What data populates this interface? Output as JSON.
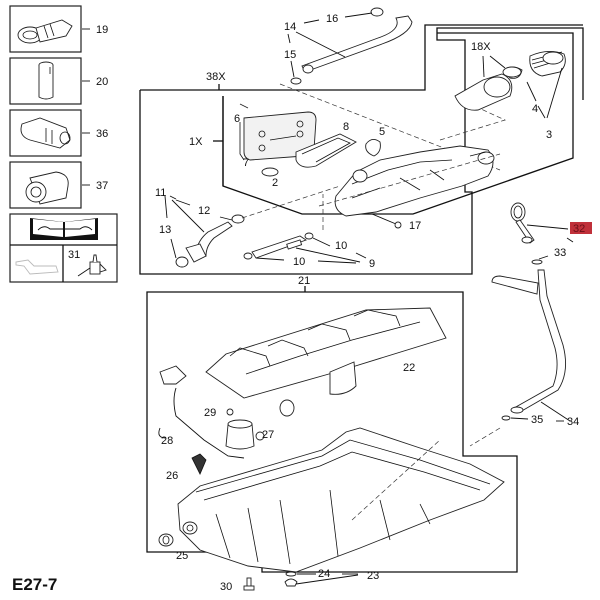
{
  "diagram": {
    "page_code": "E27-7",
    "highlight_color": "#c0303a",
    "side_panels": [
      {
        "ref": "19",
        "icon": "sensor-icon"
      },
      {
        "ref": "20",
        "icon": "sleeve-icon"
      },
      {
        "ref": "36",
        "icon": "connector-icon"
      },
      {
        "ref": "37",
        "icon": "mount-icon"
      }
    ],
    "legend_box": {
      "manual_icon": "workshop-manual-wrench-icon",
      "tool_icon": "oil-pan-icon",
      "oil_can_ref": "31",
      "oil_can_icon": "oil-can-icon"
    },
    "upper_group": {
      "group_label": "38X",
      "sub_group_label": "1X",
      "filter_group_label": "18X",
      "callouts": [
        "16",
        "14",
        "15",
        "6",
        "8",
        "5",
        "7",
        "2",
        "4",
        "3",
        "11",
        "12",
        "13",
        "17",
        "10",
        "10",
        "9"
      ]
    },
    "dipstick": {
      "highlighted_ref": "32",
      "callouts": [
        "33",
        "35",
        "34"
      ]
    },
    "lower_group": {
      "group_label": "21",
      "callouts": [
        "22",
        "29",
        "27",
        "28",
        "26",
        "25",
        "24",
        "23",
        "30"
      ]
    }
  }
}
